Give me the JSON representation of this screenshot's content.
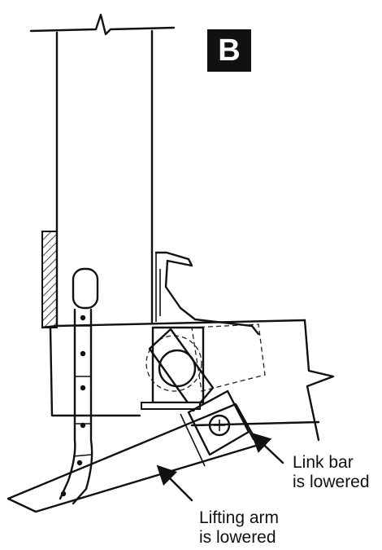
{
  "badge": "B",
  "labels": {
    "link_bar": "Link bar\nis lowered",
    "lifting_arm": "Lifting arm\nis lowered"
  }
}
